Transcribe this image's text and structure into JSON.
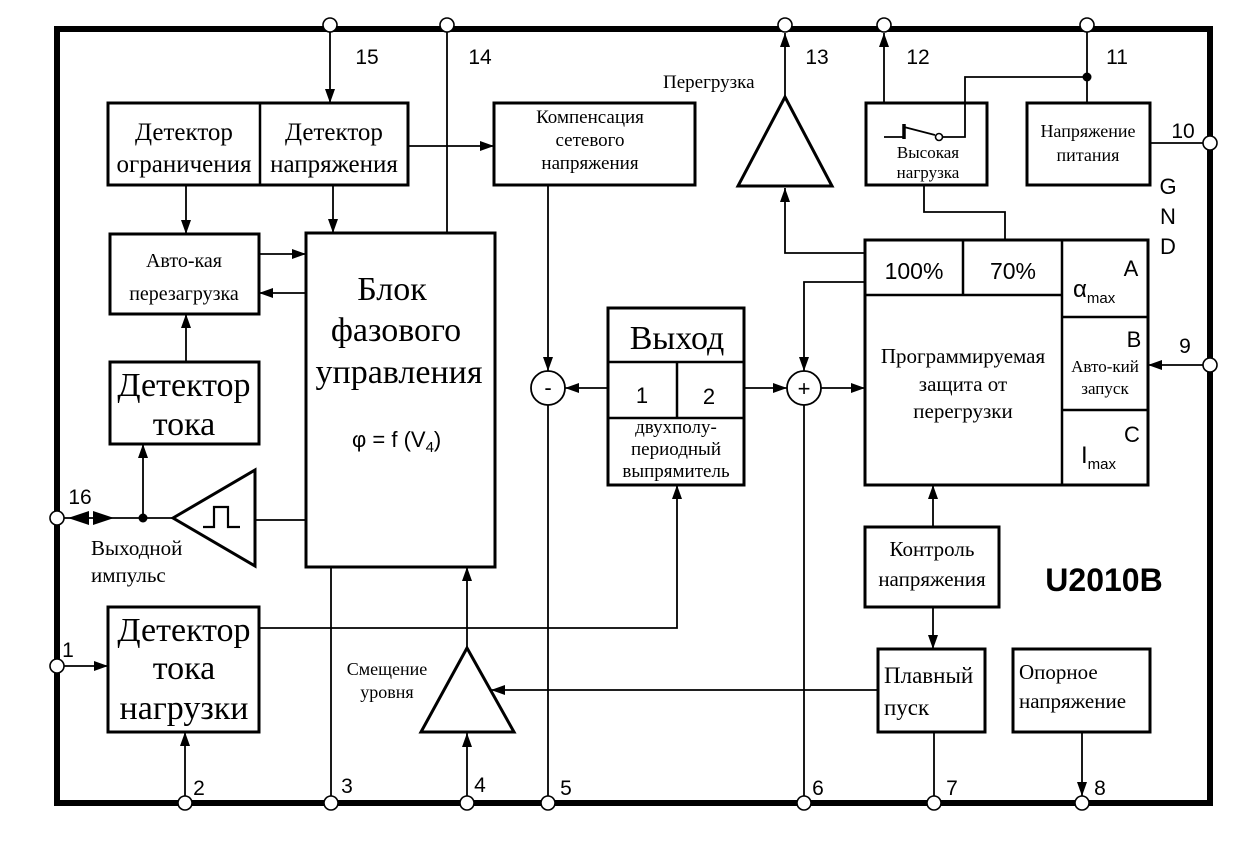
{
  "chip_name": "U2010B",
  "gnd_letters": [
    "G",
    "N",
    "D"
  ],
  "pins": {
    "p1": "1",
    "p2": "2",
    "p3": "3",
    "p4": "4",
    "p5": "5",
    "p6": "6",
    "p7": "7",
    "p8": "8",
    "p9": "9",
    "p10": "10",
    "p11": "11",
    "p12": "12",
    "p13": "13",
    "p14": "14",
    "p15": "15",
    "p16": "16"
  },
  "labels": {
    "overload": "Перегрузка",
    "output_pulse": [
      "Выходной",
      "импульс"
    ],
    "level_shift": [
      "Смещение",
      "уровня"
    ]
  },
  "blocks": {
    "limit_detector": [
      "Детектор",
      "ограничения"
    ],
    "voltage_detector": [
      "Детектор",
      "напряжения"
    ],
    "mains_compensation": [
      "Компенсация",
      "сетевого",
      "напряжения"
    ],
    "high_load": [
      "Высокая",
      "нагрузка"
    ],
    "supply_voltage": [
      "Напряжение",
      "питания"
    ],
    "auto_restart": [
      "Авто-кая",
      "перезагрузка"
    ],
    "phase_control": {
      "lines": [
        "Блок",
        "фазового",
        "управления"
      ],
      "formula": {
        "main": "φ = f (V",
        "sub": "4",
        "close": ")"
      }
    },
    "current_detector": [
      "Детектор",
      "тока"
    ],
    "output": {
      "title": "Выход",
      "ch1": "1",
      "ch2": "2",
      "desc": [
        "двухполу-",
        "периодный",
        "выпрямитель"
      ]
    },
    "summing_nodes": {
      "minus": "-",
      "plus": "+"
    },
    "protection": {
      "p100": "100%",
      "p70": "70%",
      "lines": [
        "Программируемая",
        "защита от",
        "перегрузки"
      ],
      "a": {
        "letter": "A",
        "symbol": "α",
        "sub": "max"
      },
      "b": {
        "letter": "B",
        "lines": [
          "Авто-кий",
          "запуск"
        ]
      },
      "c": {
        "letter": "C",
        "symbol": "I",
        "sub": "max"
      }
    },
    "voltage_control": [
      "Контроль",
      "напряжения"
    ],
    "soft_start": [
      "Плавный",
      "пуск"
    ],
    "reference_voltage": [
      "Опорное",
      "напряжение"
    ],
    "load_current_detector": [
      "Детектор",
      "тока",
      "нагрузки"
    ]
  }
}
